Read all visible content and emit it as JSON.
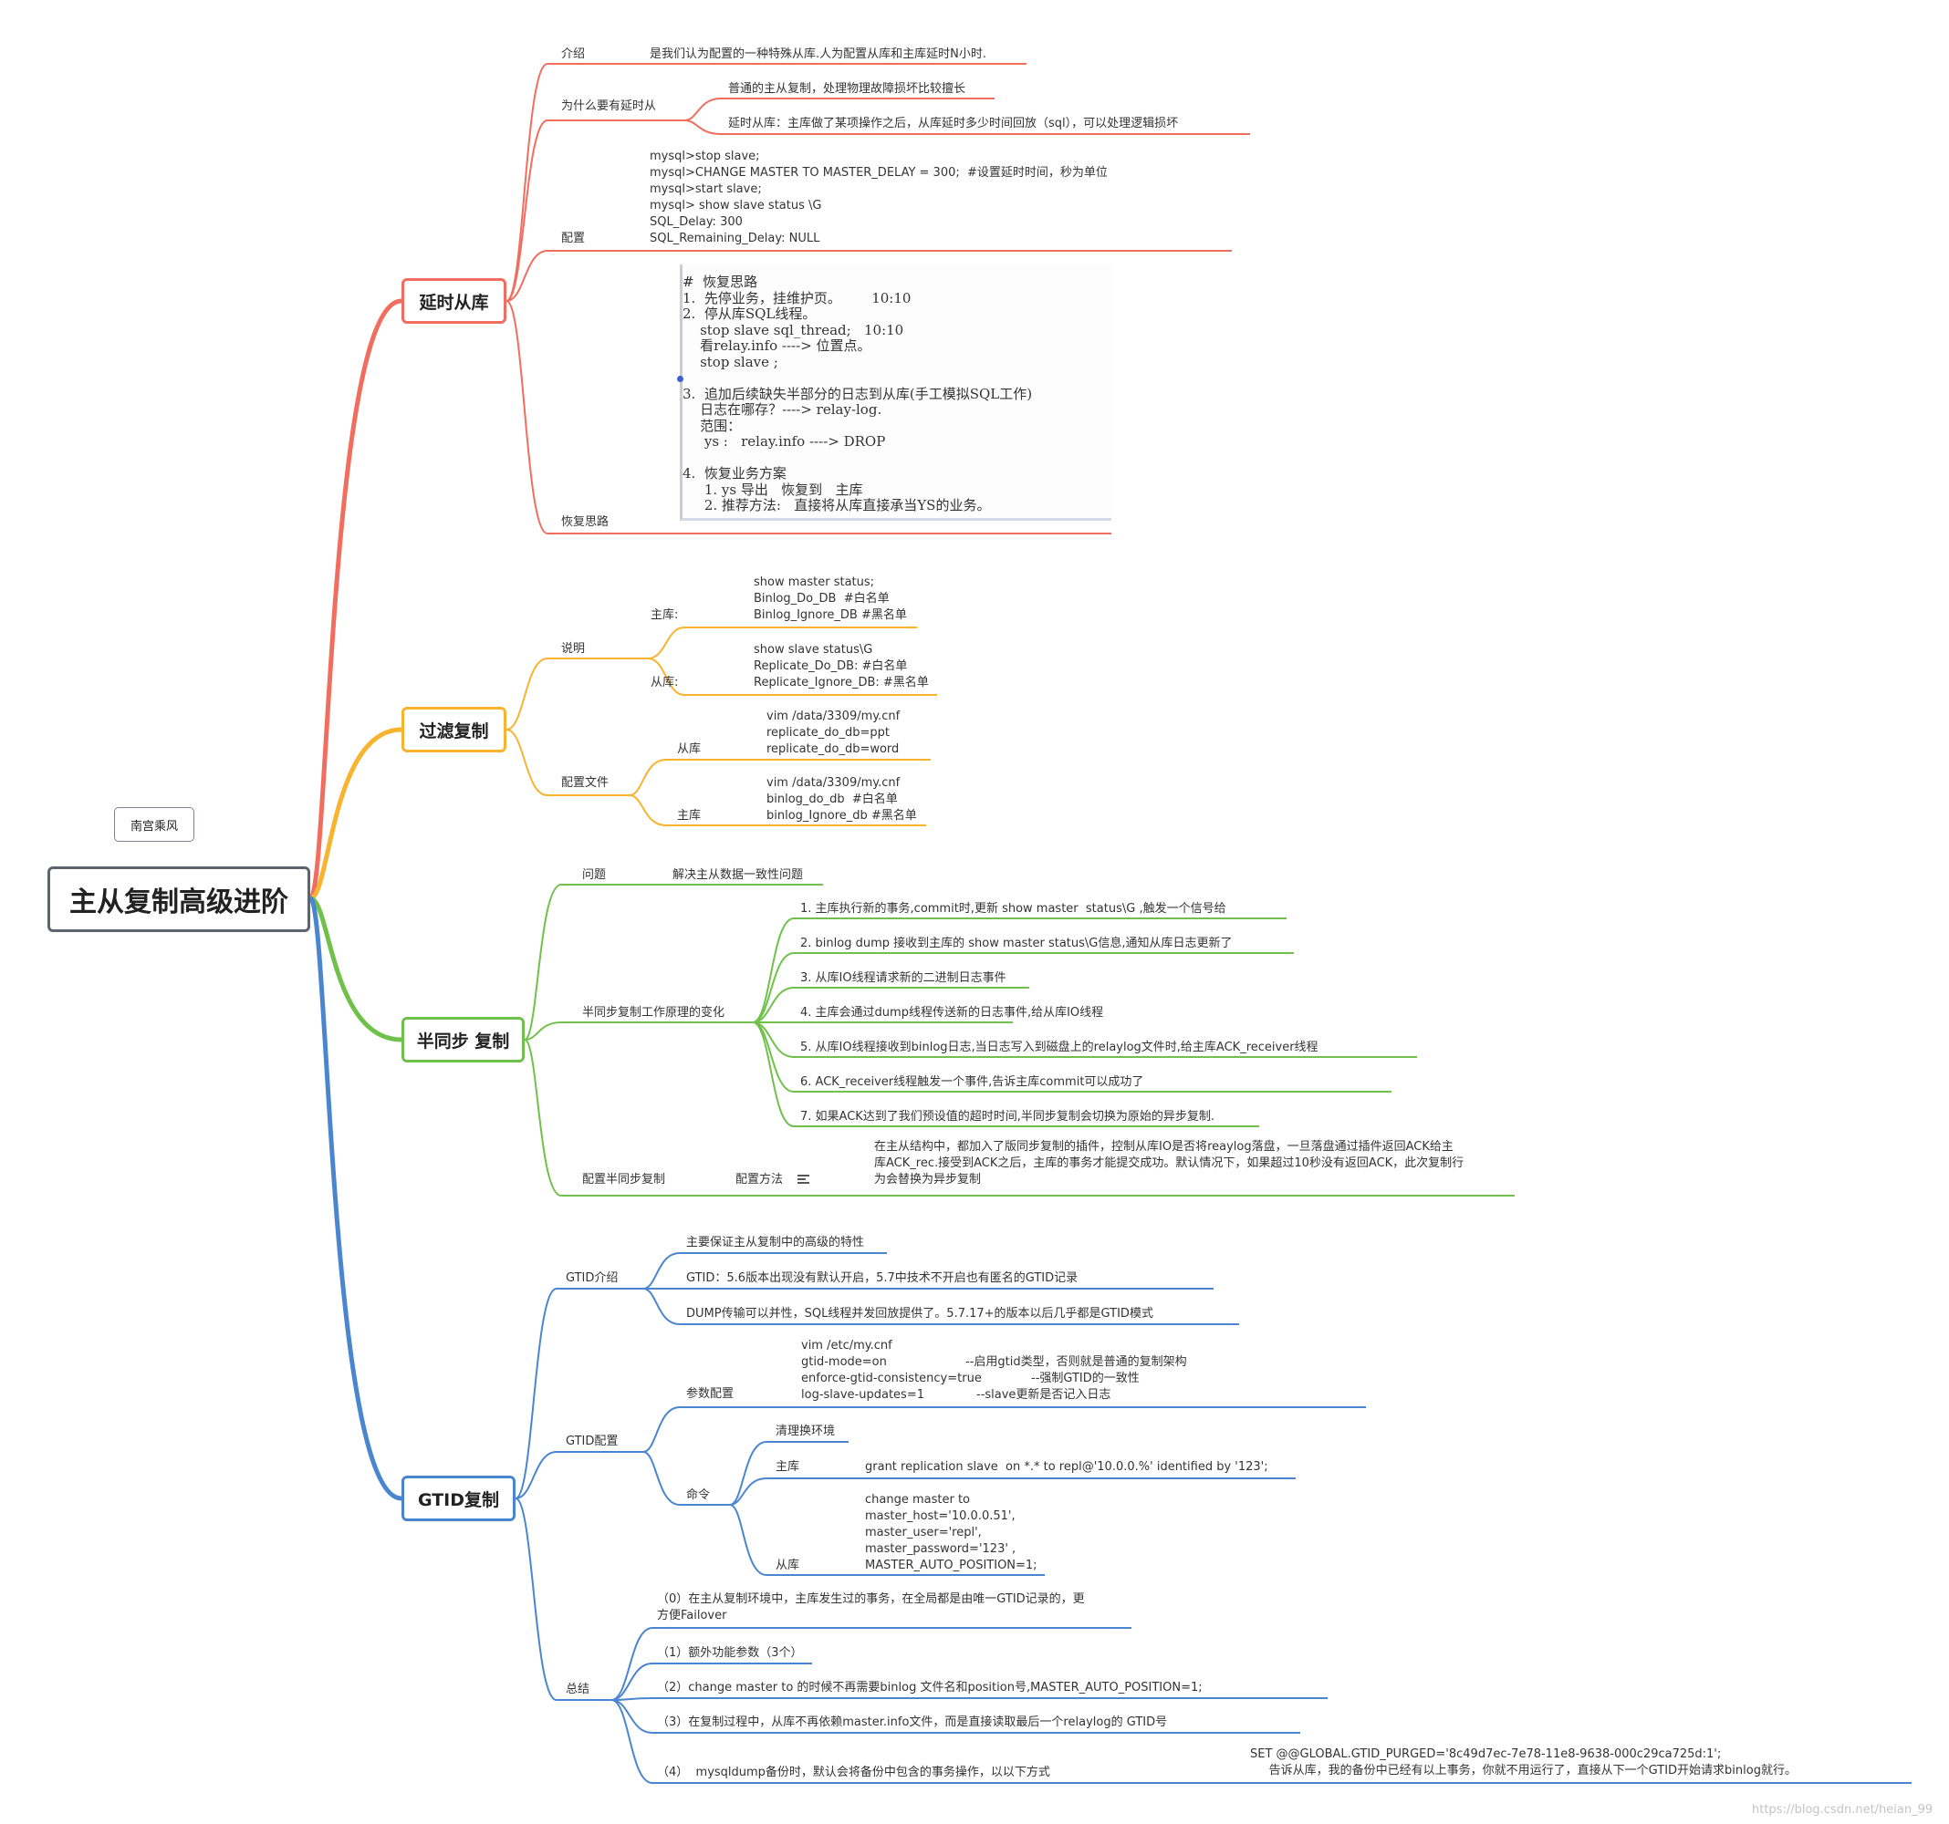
{
  "root": {
    "title": "主从复制高级进阶",
    "note": "南宫乘风"
  },
  "colors": {
    "delay": "#f16d5f",
    "filter": "#f8b32f",
    "semisync": "#70c14b",
    "gtid": "#4a86cf",
    "root_border": "#5b6570"
  },
  "delay": {
    "title": "延时从库",
    "intro_label": "介绍",
    "intro_text": "是我们认为配置的一种特殊从库.人为配置从库和主库延时N小时.",
    "why_label": "为什么要有延时从",
    "why_items": [
      "普通的主从复制，处理物理故障损坏比较擅长",
      "延时从库：主库做了某项操作之后，从库延时多少时间回放（sql），可以处理逻辑损坏"
    ],
    "config_label": "配置",
    "config_text": "mysql>stop slave;\nmysql>CHANGE MASTER TO MASTER_DELAY = 300;  #设置延时时间，秒为单位\nmysql>start slave;\nmysql> show slave status \\G\nSQL_Delay: 300\nSQL_Remaining_Delay: NULL",
    "recovery_label": "恢复思路",
    "recovery_text": "#  恢复思路\n1.  先停业务，挂维护页。       10:10\n2.  停从库SQL线程。\n    stop slave sql_thread;   10:10\n    看relay.info ----> 位置点。\n    stop slave ;\n\n3.  追加后续缺失半部分的日志到从库(手工模拟SQL工作)\n    日志在哪存？----> relay-log.\n    范围：\n     ys :   relay.info ----> DROP\n\n4.  恢复业务方案\n     1. ys 导出   恢复到   主库\n     2. 推荐方法:   直接将从库直接承当YS的业务。"
  },
  "filter": {
    "title": "过滤复制",
    "desc_label": "说明",
    "desc_master_label": "主库:",
    "desc_master_text": "show master status;\nBinlog_Do_DB  #白名单\nBinlog_Ignore_DB #黑名单",
    "desc_slave_label": "从库:",
    "desc_slave_text": "show slave status\\G\nReplicate_Do_DB: #白名单\nReplicate_Ignore_DB: #黑名单",
    "conf_label": "配置文件",
    "conf_slave_label": "从库",
    "conf_slave_text": "vim /data/3309/my.cnf\nreplicate_do_db=ppt\nreplicate_do_db=word",
    "conf_master_label": "主库",
    "conf_master_text": "vim /data/3309/my.cnf\nbinlog_do_db  #白名单\nbinlog_Ignore_db #黑名单"
  },
  "semisync": {
    "title": "半同步 复制",
    "problem_label": "问题",
    "problem_text": "解决主从数据一致性问题",
    "principle_label": "半同步复制工作原理的变化",
    "principle_items": [
      "1. 主库执行新的事务,commit时,更新 show master  status\\G ,触发一个信号给",
      "2. binlog dump 接收到主库的 show master status\\G信息,通知从库日志更新了",
      "3. 从库IO线程请求新的二进制日志事件",
      "4. 主库会通过dump线程传送新的日志事件,给从库IO线程",
      "5. 从库IO线程接收到binlog日志,当日志写入到磁盘上的relaylog文件时,给主库ACK_receiver线程",
      "6. ACK_receiver线程触发一个事件,告诉主库commit可以成功了",
      "7. 如果ACK达到了我们预设值的超时时间,半同步复制会切换为原始的异步复制."
    ],
    "config_label": "配置半同步复制",
    "method_label": "配置方法",
    "method_text": "在主从结构中，都加入了版同步复制的插件，控制从库IO是否将reaylog落盘，一旦落盘通过插件返回ACK给主\n库ACK_rec.接受到ACK之后，主库的事务才能提交成功。默认情况下，如果超过10秒没有返回ACK，此次复制行\n为会替换为异步复制"
  },
  "gtid": {
    "title": "GTID复制",
    "intro_label": "GTID介绍",
    "intro_items": [
      "主要保证主从复制中的高级的特性",
      "GTID：5.6版本出现没有默认开启，5.7中技术不开启也有匿名的GTID记录",
      "DUMP传输可以并性，SQL线程并发回放提供了。5.7.17+的版本以后几乎都是GTID模式"
    ],
    "config_label": "GTID配置",
    "param_label": "参数配置",
    "param_keys": "vim /etc/my.cnf\ngtid-mode=on\nenforce-gtid-consistency=true\nlog-slave-updates=1",
    "param_comments": [
      "--启用gtid类型，否则就是普通的复制架构",
      "--强制GTID的一致性",
      "--slave更新是否记入日志"
    ],
    "cmd_label": "命令",
    "cmd_clean": "清理换环境",
    "cmd_master_label": "主库",
    "cmd_master_text": "grant replication slave  on *.* to repl@'10.0.0.%' identified by '123';",
    "cmd_slave_label": "从库",
    "cmd_slave_text": "change master to\nmaster_host='10.0.0.51',\nmaster_user='repl',\nmaster_password='123' ,\nMASTER_AUTO_POSITION=1;",
    "summary_label": "总结",
    "summary_items": [
      "（0）在主从复制环境中，主库发生过的事务，在全局都是由唯一GTID记录的，更\n方便Failover",
      "（1）额外功能参数（3个）",
      "（2）change master to 的时候不再需要binlog 文件名和position号,MASTER_AUTO_POSITION=1;",
      "（3）在复制过程中，从库不再依赖master.info文件，而是直接读取最后一个relaylog的 GTID号",
      "（4）  mysqldump备份时，默认会将备份中包含的事务操作，以以下方式"
    ],
    "summary_4_detail": "SET @@GLOBAL.GTID_PURGED='8c49d7ec-7e78-11e8-9638-000c29ca725d:1';\n     告诉从库，我的备份中已经有以上事务，你就不用运行了，直接从下一个GTID开始请求binlog就行。"
  },
  "watermark": "https://blog.csdn.net/heian_99"
}
